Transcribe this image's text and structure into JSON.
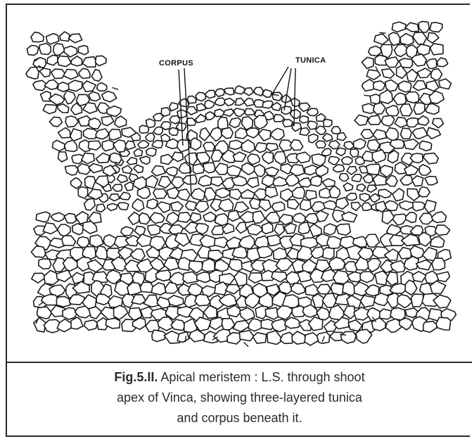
{
  "figure": {
    "labels": {
      "corpus": "CORPUS",
      "tunica": "TUNICA"
    }
  },
  "caption": {
    "ref": "Fig.5.II.",
    "line1": " Apical meristem : L.S. through shoot",
    "line2": "apex of Vinca, showing three-layered tunica",
    "line3": "and corpus beneath it."
  },
  "colors": {
    "ink": "#1a1a1a",
    "border": "#2b2b2b",
    "paper": "#ffffff"
  }
}
